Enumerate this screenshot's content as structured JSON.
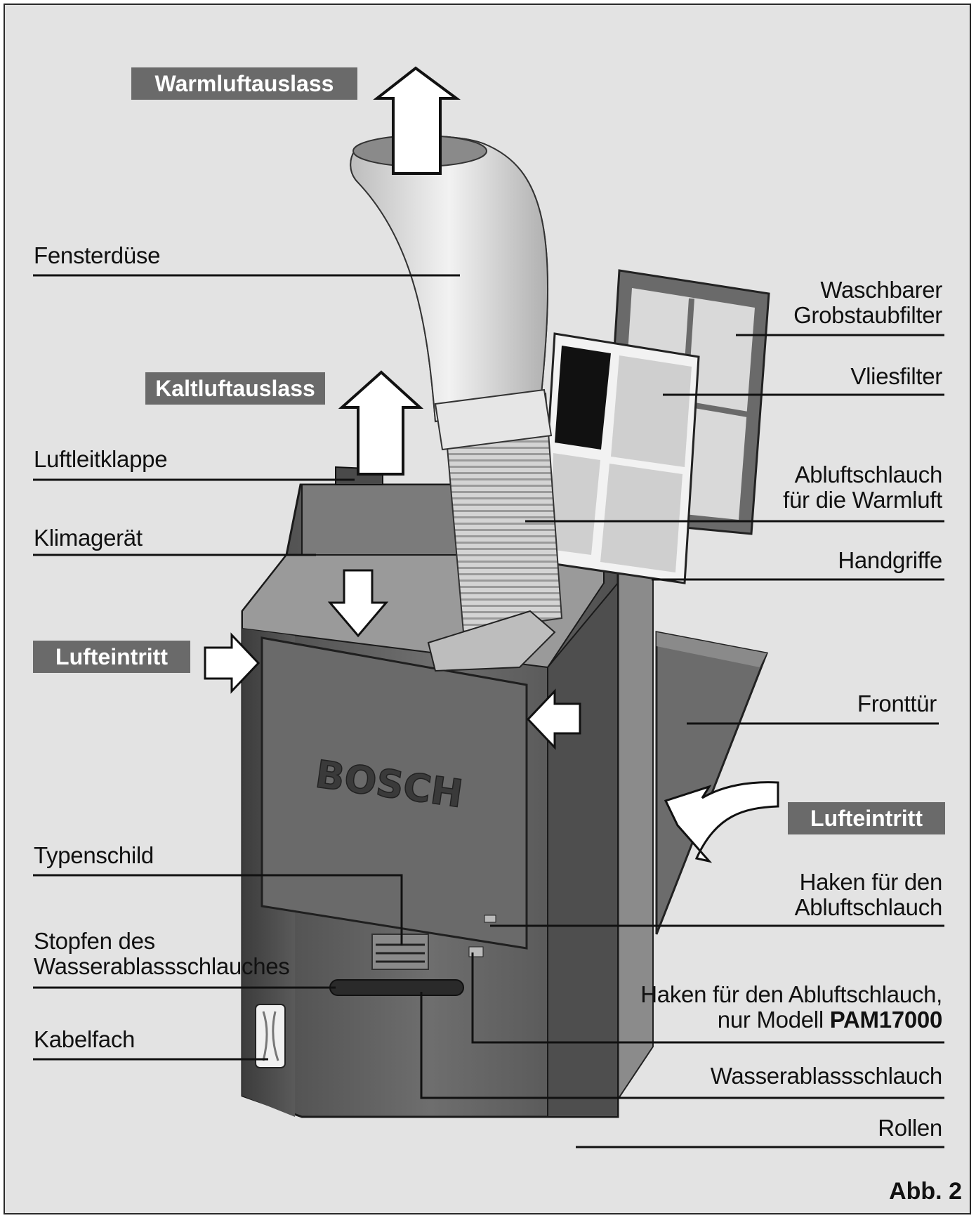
{
  "tags": {
    "warm_outlet": "Warmluftauslass",
    "cold_outlet": "Kaltluftauslass",
    "air_inlet_left": "Lufteintritt",
    "air_inlet_right": "Lufteintritt"
  },
  "labels_left": {
    "window_nozzle": "Fensterdüse",
    "air_flap": "Luftleitklappe",
    "unit": "Klimagerät",
    "type_plate": "Typenschild",
    "plug_line1": "Stopfen des",
    "plug_line2": "Wasserablassschlauches",
    "cable_compartment": "Kabelfach"
  },
  "labels_right": {
    "coarse_filter_line1": "Waschbarer",
    "coarse_filter_line2": "Grobstaubfilter",
    "fleece_filter": "Vliesfilter",
    "exhaust_hose_line1": "Abluftschlauch",
    "exhaust_hose_line2": "für die Warmluft",
    "handles": "Handgriffe",
    "front_door": "Fronttür",
    "hook_line1": "Haken für den",
    "hook_line2": "Abluftschlauch",
    "hook_model_line1": "Haken für den Abluftschlauch,",
    "hook_model_line2_prefix": "nur Modell ",
    "hook_model_line2_model": "PAM17000",
    "drain_hose": "Wasserablassschlauch",
    "wheels": "Rollen"
  },
  "brand": "BOSCH",
  "figure_label": "Abb. 2",
  "colors": {
    "background": "#e3e3e3",
    "tag_fill": "#6a6a6a",
    "body_dark": "#5a5a5a",
    "body_mid": "#777777",
    "hose": "#cfcfcf"
  }
}
